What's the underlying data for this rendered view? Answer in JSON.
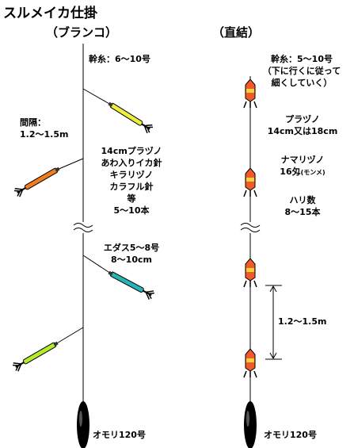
{
  "title": "スルメイカ仕掛",
  "left": {
    "heading": "（ブランコ）",
    "main_line": "幹糸：6〜10号",
    "interval_label": "間隔：",
    "interval_value": "1.2〜1.5m",
    "hooks": [
      "14cmプラヅノ",
      "あわ入りイカ針",
      "キラリヅノ",
      "カラフル針",
      "等",
      "5〜10本"
    ],
    "branch_line": "エダス5〜8号",
    "branch_length": "8〜10cm",
    "sinker": "オモリ120号",
    "lure_colors": [
      "#f0ee3c",
      "#f07c1c",
      "#28b4b4",
      "#b4ec2c"
    ]
  },
  "right": {
    "heading": "（直結）",
    "main_line": "幹糸：5〜10号",
    "main_line_note_1": "（下に行くに従って",
    "main_line_note_2": "細くしていく）",
    "lure_type_1": "プラヅノ",
    "lure_size_1": "14cm又は18cm",
    "lure_type_2": "ナマリヅノ",
    "lure_weight": "16匁",
    "lure_weight_note": "(モンメ)",
    "hook_count_label": "ハリ数",
    "hook_count_value": "8〜15本",
    "spacing": "1.2〜1.5m",
    "sinker": "オモリ120号",
    "lure_colors": [
      "#f05a28",
      "#f5d23c"
    ]
  }
}
